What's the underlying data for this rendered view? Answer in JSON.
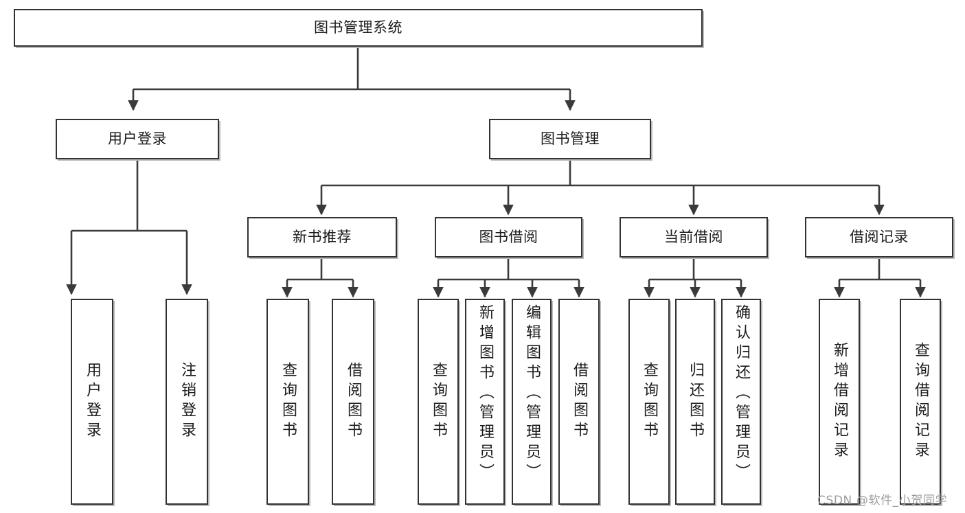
{
  "diagram": {
    "type": "tree",
    "title": "图书管理系统",
    "root": {
      "label": "图书管理系统"
    },
    "level1": [
      {
        "label": "用户登录"
      },
      {
        "label": "图书管理"
      }
    ],
    "level2": [
      {
        "label": "新书推荐"
      },
      {
        "label": "图书借阅"
      },
      {
        "label": "当前借阅"
      },
      {
        "label": "借阅记录"
      }
    ],
    "leaves": {
      "user_login": [
        {
          "label": "用户登录"
        },
        {
          "label": "注销登录"
        }
      ],
      "new_book_recommend": [
        {
          "label": "查询图书"
        },
        {
          "label": "借阅图书"
        }
      ],
      "book_borrow": [
        {
          "label": "查询图书"
        },
        {
          "label": "新增图书（管理员）"
        },
        {
          "label": "编辑图书（管理员）"
        },
        {
          "label": "借阅图书"
        }
      ],
      "current_borrow": [
        {
          "label": "查询图书"
        },
        {
          "label": "归还图书"
        },
        {
          "label": "确认归还（管理员）"
        }
      ],
      "borrow_record": [
        {
          "label": "新增借阅记录"
        },
        {
          "label": "查询借阅记录"
        }
      ]
    },
    "colors": {
      "border": "#33322f",
      "text": "#1c1c1c",
      "connector": "#3a3a3a",
      "background": "#ffffff",
      "shadow": "#b9b9b9"
    }
  },
  "watermark": {
    "text": "CSDN @软件_小贺同学"
  }
}
